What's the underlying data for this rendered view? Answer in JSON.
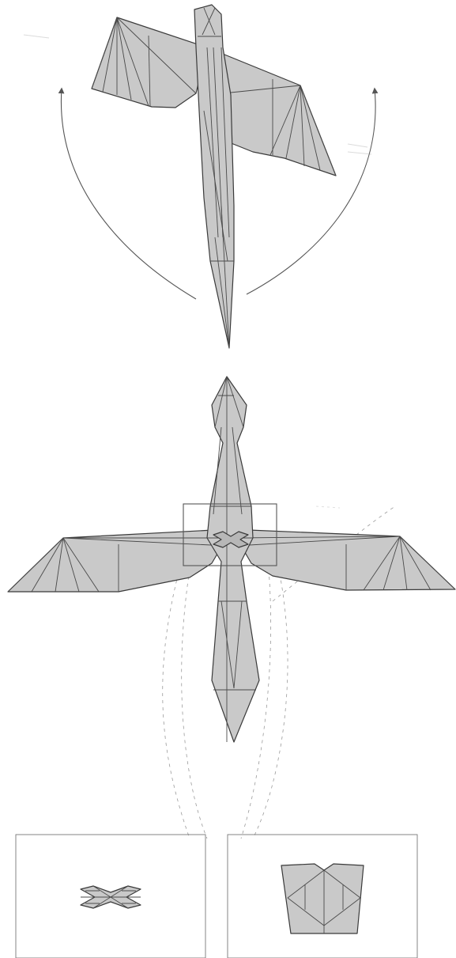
{
  "diagram": {
    "subject": "origami-bird-folding",
    "paper_fill": "#c9c9c9",
    "line_color": "#3a3a3a",
    "guide_color": "#9a9a9a",
    "steps": [
      {
        "id": "rotate-step",
        "view": "tilted-bird-with-rotation-arrows"
      },
      {
        "id": "spread-wings-step",
        "view": "top-view-wings-spread"
      },
      {
        "id": "detail-left",
        "view": "zoomed-x-fold-detail"
      },
      {
        "id": "detail-right",
        "view": "zoomed-body-fold-detail"
      }
    ]
  }
}
